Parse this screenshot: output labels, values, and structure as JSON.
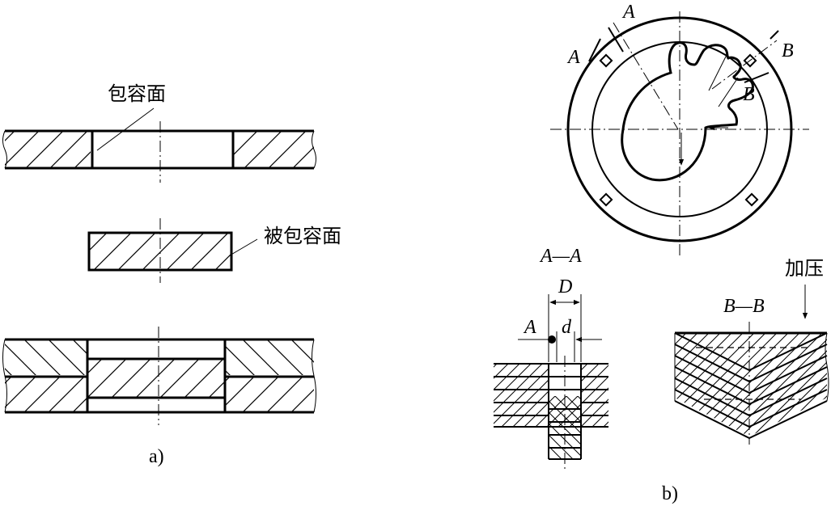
{
  "panel_a": {
    "caption": "a)",
    "label_containing": "包容面",
    "label_contained": "被包容面"
  },
  "panel_b": {
    "caption": "b)",
    "disk_labels": {
      "section_a_top": "A",
      "section_a_side": "A",
      "section_b_top": "B",
      "section_b_side": "B"
    },
    "section_aa": {
      "title": "A—A",
      "dim_outer": "D",
      "dim_inner": "d",
      "point_label": "A"
    },
    "section_bb": {
      "title": "B—B",
      "press_label": "加压"
    }
  }
}
